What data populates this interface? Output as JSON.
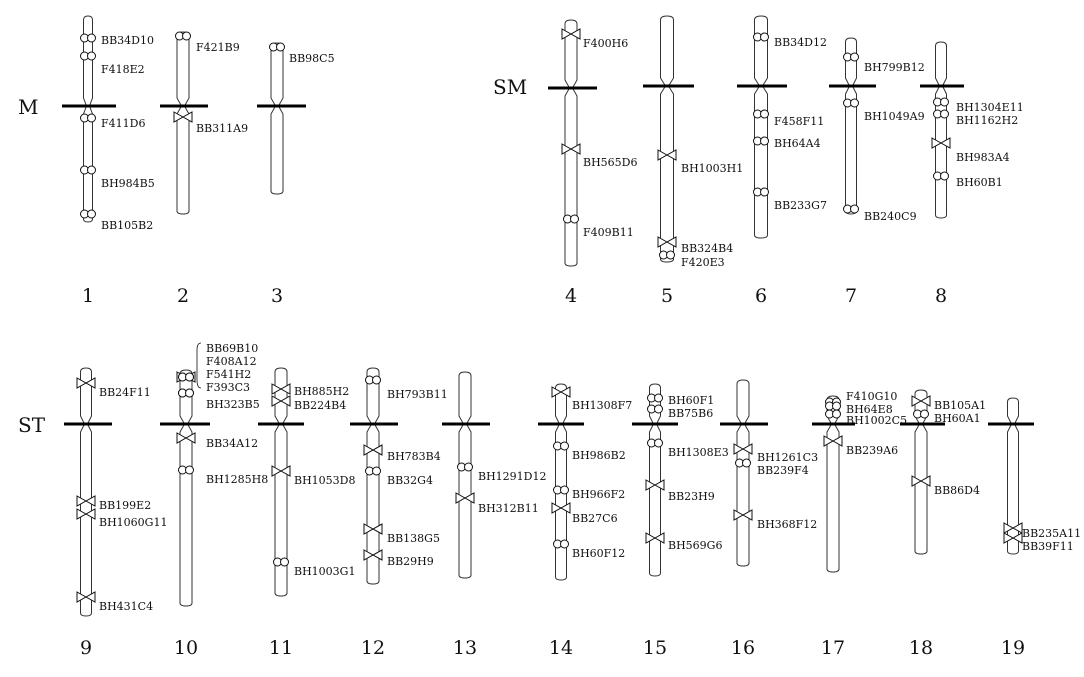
{
  "groups": [
    {
      "label": "M",
      "chromosomes": [
        1,
        2,
        3
      ]
    },
    {
      "label": "SM",
      "chromosomes": [
        4,
        5,
        6,
        7,
        8
      ]
    },
    {
      "label": "ST",
      "chromosomes": [
        9,
        10,
        11,
        12,
        13,
        14,
        15,
        16,
        17,
        18,
        19
      ]
    }
  ],
  "chromosomes": [
    {
      "number": "1",
      "markers": [
        {
          "label": "BB34D10",
          "signal": "circles"
        },
        {
          "label": "F418E2",
          "signal": "circles"
        },
        {
          "label": "F411D6",
          "signal": "circles"
        },
        {
          "label": "BH984B5",
          "signal": "circles"
        },
        {
          "label": "BB105B2",
          "signal": "circles"
        }
      ]
    },
    {
      "number": "2",
      "markers": [
        {
          "label": "F421B9",
          "signal": "circles"
        },
        {
          "label": "BB311A9",
          "signal": "bowtie"
        }
      ]
    },
    {
      "number": "3",
      "markers": [
        {
          "label": "BB98C5",
          "signal": "circles"
        }
      ]
    },
    {
      "number": "4",
      "markers": [
        {
          "label": "F400H6",
          "signal": "bowtie"
        },
        {
          "label": "BH565D6",
          "signal": "bowtie"
        },
        {
          "label": "F409B11",
          "signal": "circles"
        }
      ]
    },
    {
      "number": "5",
      "markers": [
        {
          "label": "BH1003H1",
          "signal": "bowtie"
        },
        {
          "label": "BB324B4",
          "signal": "bowtie"
        },
        {
          "label": "F420E3",
          "signal": "circles"
        }
      ]
    },
    {
      "number": "6",
      "markers": [
        {
          "label": "BB34D12",
          "signal": "circles"
        },
        {
          "label": "F458F11",
          "signal": "circles"
        },
        {
          "label": "BH64A4",
          "signal": "circles"
        },
        {
          "label": "BB233G7",
          "signal": "circles"
        }
      ]
    },
    {
      "number": "7",
      "markers": [
        {
          "label": "BH799B12",
          "signal": "circles"
        },
        {
          "label": "BH1049A9",
          "signal": "circles"
        },
        {
          "label": "BB240C9",
          "signal": "circles"
        }
      ]
    },
    {
      "number": "8",
      "markers": [
        {
          "label": "BH1304E11",
          "signal": "circles"
        },
        {
          "label": "BH1162H2",
          "signal": "circles"
        },
        {
          "label": "BH983A4",
          "signal": "bowtie"
        },
        {
          "label": "BH60B1",
          "signal": "circles"
        }
      ]
    },
    {
      "number": "9",
      "markers": [
        {
          "label": "BB24F11",
          "signal": "bowtie"
        },
        {
          "label": "BB199E2",
          "signal": "bowtie"
        },
        {
          "label": "BH1060G11",
          "signal": "bowtie"
        },
        {
          "label": "BH431C4",
          "signal": "bowtie"
        }
      ]
    },
    {
      "number": "10",
      "markers": [
        {
          "label": "BB69B10",
          "signal": "bowtie"
        },
        {
          "label": "F408A12",
          "signal": "circles"
        },
        {
          "label": "F541H2",
          "signal": "circles"
        },
        {
          "label": "F393C3",
          "signal": "circles"
        },
        {
          "label": "BH323B5",
          "signal": "circles"
        },
        {
          "label": "BB34A12",
          "signal": "bowtie"
        },
        {
          "label": "BH1285H8",
          "signal": "circles"
        }
      ]
    },
    {
      "number": "11",
      "markers": [
        {
          "label": "BH885H2",
          "signal": "bowtie"
        },
        {
          "label": "BB224B4",
          "signal": "bowtie"
        },
        {
          "label": "BH1053D8",
          "signal": "bowtie"
        },
        {
          "label": "BH1003G1",
          "signal": "circles"
        }
      ]
    },
    {
      "number": "12",
      "markers": [
        {
          "label": "BH793B11",
          "signal": "circles"
        },
        {
          "label": "BH783B4",
          "signal": "bowtie"
        },
        {
          "label": "BB32G4",
          "signal": "circles"
        },
        {
          "label": "BB138G5",
          "signal": "bowtie"
        },
        {
          "label": "BB29H9",
          "signal": "bowtie"
        }
      ]
    },
    {
      "number": "13",
      "markers": [
        {
          "label": "BH1291D12",
          "signal": "circles"
        },
        {
          "label": "BH312B11",
          "signal": "bowtie"
        }
      ]
    },
    {
      "number": "14",
      "markers": [
        {
          "label": "BH1308F7",
          "signal": "bowtie"
        },
        {
          "label": "BH986B2",
          "signal": "circles"
        },
        {
          "label": "BH966F2",
          "signal": "circles"
        },
        {
          "label": "BB27C6",
          "signal": "bowtie"
        },
        {
          "label": "BH60F12",
          "signal": "circles"
        }
      ]
    },
    {
      "number": "15",
      "markers": [
        {
          "label": "BH60F1",
          "signal": "circles"
        },
        {
          "label": "BB75B6",
          "signal": "circles"
        },
        {
          "label": "BH1308E3",
          "signal": "circles"
        },
        {
          "label": "BB23H9",
          "signal": "bowtie"
        },
        {
          "label": "BH569G6",
          "signal": "bowtie"
        }
      ]
    },
    {
      "number": "16",
      "markers": [
        {
          "label": "BH1261C3",
          "signal": "bowtie"
        },
        {
          "label": "BB239F4",
          "signal": "circles"
        },
        {
          "label": "BH368F12",
          "signal": "bowtie"
        }
      ]
    },
    {
      "number": "17",
      "markers": [
        {
          "label": "F410G10",
          "signal": "circles"
        },
        {
          "label": "BH64E8",
          "signal": "circles"
        },
        {
          "label": "BH1002C5",
          "signal": "circles"
        },
        {
          "label": "BB239A6",
          "signal": "bowtie"
        }
      ]
    },
    {
      "number": "18",
      "markers": [
        {
          "label": "BB105A1",
          "signal": "bowtie"
        },
        {
          "label": "BH60A1",
          "signal": "circles"
        },
        {
          "label": "BB86D4",
          "signal": "bowtie"
        }
      ]
    },
    {
      "number": "19",
      "markers": [
        {
          "label": "BB235A11",
          "signal": "bowtie"
        },
        {
          "label": "BB39F11",
          "signal": "bowtie"
        }
      ]
    }
  ]
}
